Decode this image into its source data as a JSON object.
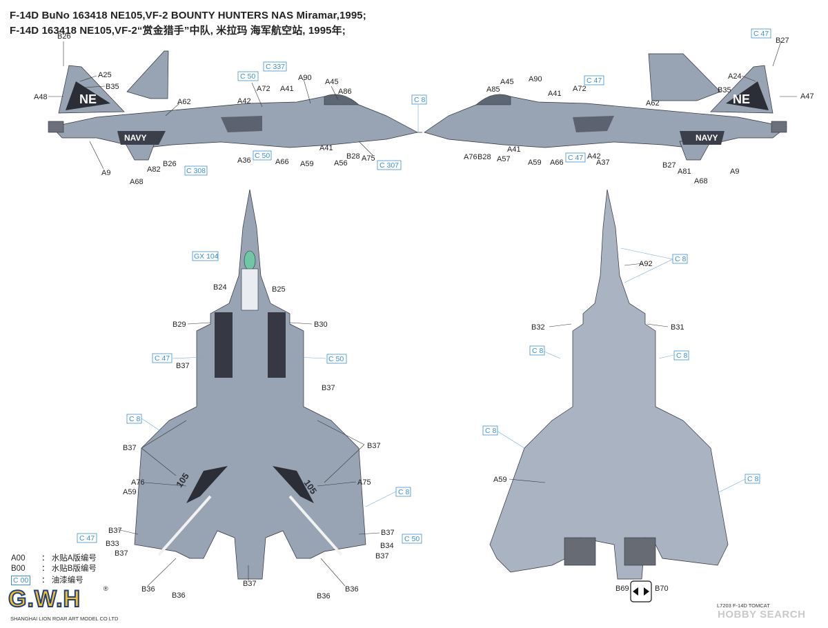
{
  "header": {
    "title_en": "F-14D BuNo 163418 NE105,VF-2 BOUNTY HUNTERS NAS Miramar,1995;",
    "title_cn": "F-14D 163418 NE105,VF-2“赏金猎手”中队, 米拉玛 海军航空站, 1995年;"
  },
  "legend": [
    {
      "code": "A00",
      "text": "：  水贴A版编号"
    },
    {
      "code": "B00",
      "text": "：  水贴B版编号"
    },
    {
      "code": "C 00",
      "text": "：  油漆编号"
    }
  ],
  "left_profile_labels": [
    "B26",
    "A25",
    "B35",
    "A48",
    "A62",
    "C 50",
    "C 337",
    "A72",
    "A42",
    "A41",
    "A90",
    "A45",
    "A86",
    "C 8",
    "A36",
    "C 50",
    "A66",
    "A59",
    "A41",
    "A56",
    "B28",
    "A75",
    "C 307",
    "A9",
    "A68",
    "A82",
    "B26",
    "C 308"
  ],
  "right_profile_labels": [
    "C 47",
    "B27",
    "A24",
    "B35",
    "A47",
    "A45",
    "A90",
    "A85",
    "A41",
    "C 47",
    "A72",
    "A62",
    "A76",
    "B28",
    "A57",
    "A41",
    "A59",
    "A66",
    "C 47",
    "A42",
    "A37",
    "B27",
    "A81",
    "A9",
    "A68"
  ],
  "top_view_labels": [
    "GX 104",
    "B24",
    "B25",
    "B29",
    "B30",
    "C 47",
    "C 50",
    "B37",
    "B37",
    "C 8",
    "B37",
    "B37",
    "A76",
    "A75",
    "A59",
    "C 8",
    "C 47",
    "B37",
    "B37",
    "C 50",
    "B33",
    "B34",
    "B37",
    "B37",
    "B36",
    "B36",
    "B37",
    "B36",
    "B36"
  ],
  "bottom_view_labels": [
    "C 8",
    "A92",
    "B32",
    "B31",
    "C 8",
    "C 8",
    "C 8",
    "A59",
    "C 8",
    "B69",
    "B70"
  ],
  "aircraft_markings": {
    "tail_code": "NE",
    "fuselage_text": "NAVY",
    "squadron": "VF-2",
    "nose_number": "105"
  },
  "brand": {
    "logo": "G.W.H",
    "reg": "®",
    "company": "SHANGHAI LION ROAR ART MODEL CO LTD",
    "kit_code": "L7203  F-14D TOMCAT",
    "watermark": "HOBBY SEARCH"
  },
  "colors": {
    "paint_ref": "#3a8fd0",
    "aircraft_gray": "#98a3b3",
    "dark_panel": "#2b2e36",
    "logo_yellow": "#f6c21b",
    "logo_blue": "#1d3f8a"
  }
}
